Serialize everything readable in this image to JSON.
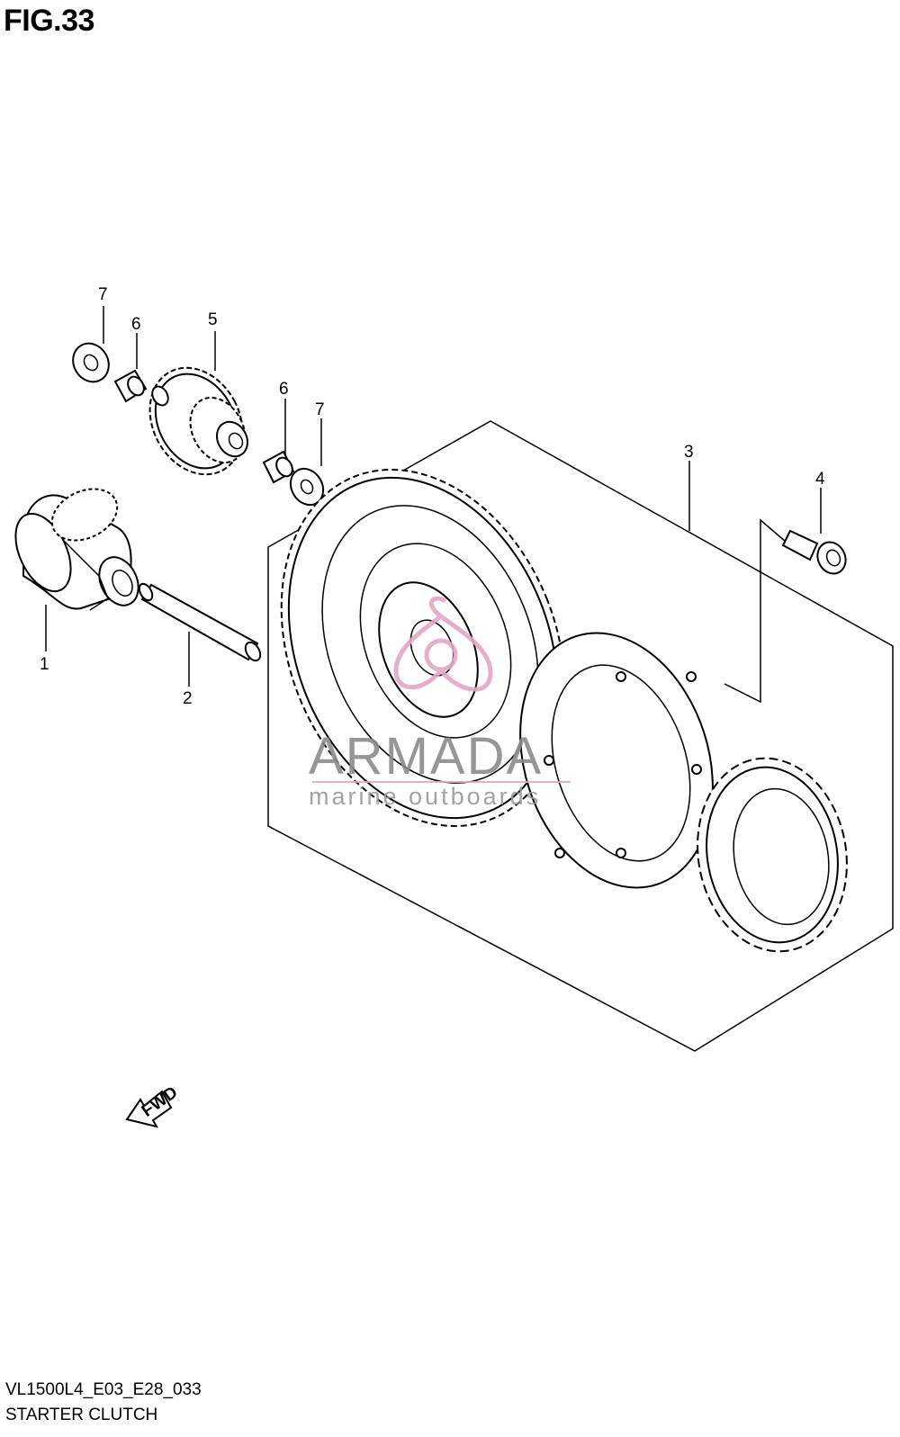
{
  "figure": {
    "title": "FIG.33",
    "drawing_code": "VL1500L4_E03_E28_033",
    "assembly_name": "STARTER CLUTCH"
  },
  "callouts": [
    {
      "id": "1",
      "label": "1"
    },
    {
      "id": "2",
      "label": "2"
    },
    {
      "id": "3",
      "label": "3"
    },
    {
      "id": "4",
      "label": "4"
    },
    {
      "id": "5",
      "label": "5"
    },
    {
      "id": "6a",
      "label": "6"
    },
    {
      "id": "6b",
      "label": "6"
    },
    {
      "id": "7a",
      "label": "7"
    },
    {
      "id": "7b",
      "label": "7"
    }
  ],
  "direction_arrow": {
    "label": "FWD"
  },
  "watermark": {
    "brand": "ARMADA",
    "tagline": "marine outboards",
    "accent_color": "#e3a6c6"
  }
}
